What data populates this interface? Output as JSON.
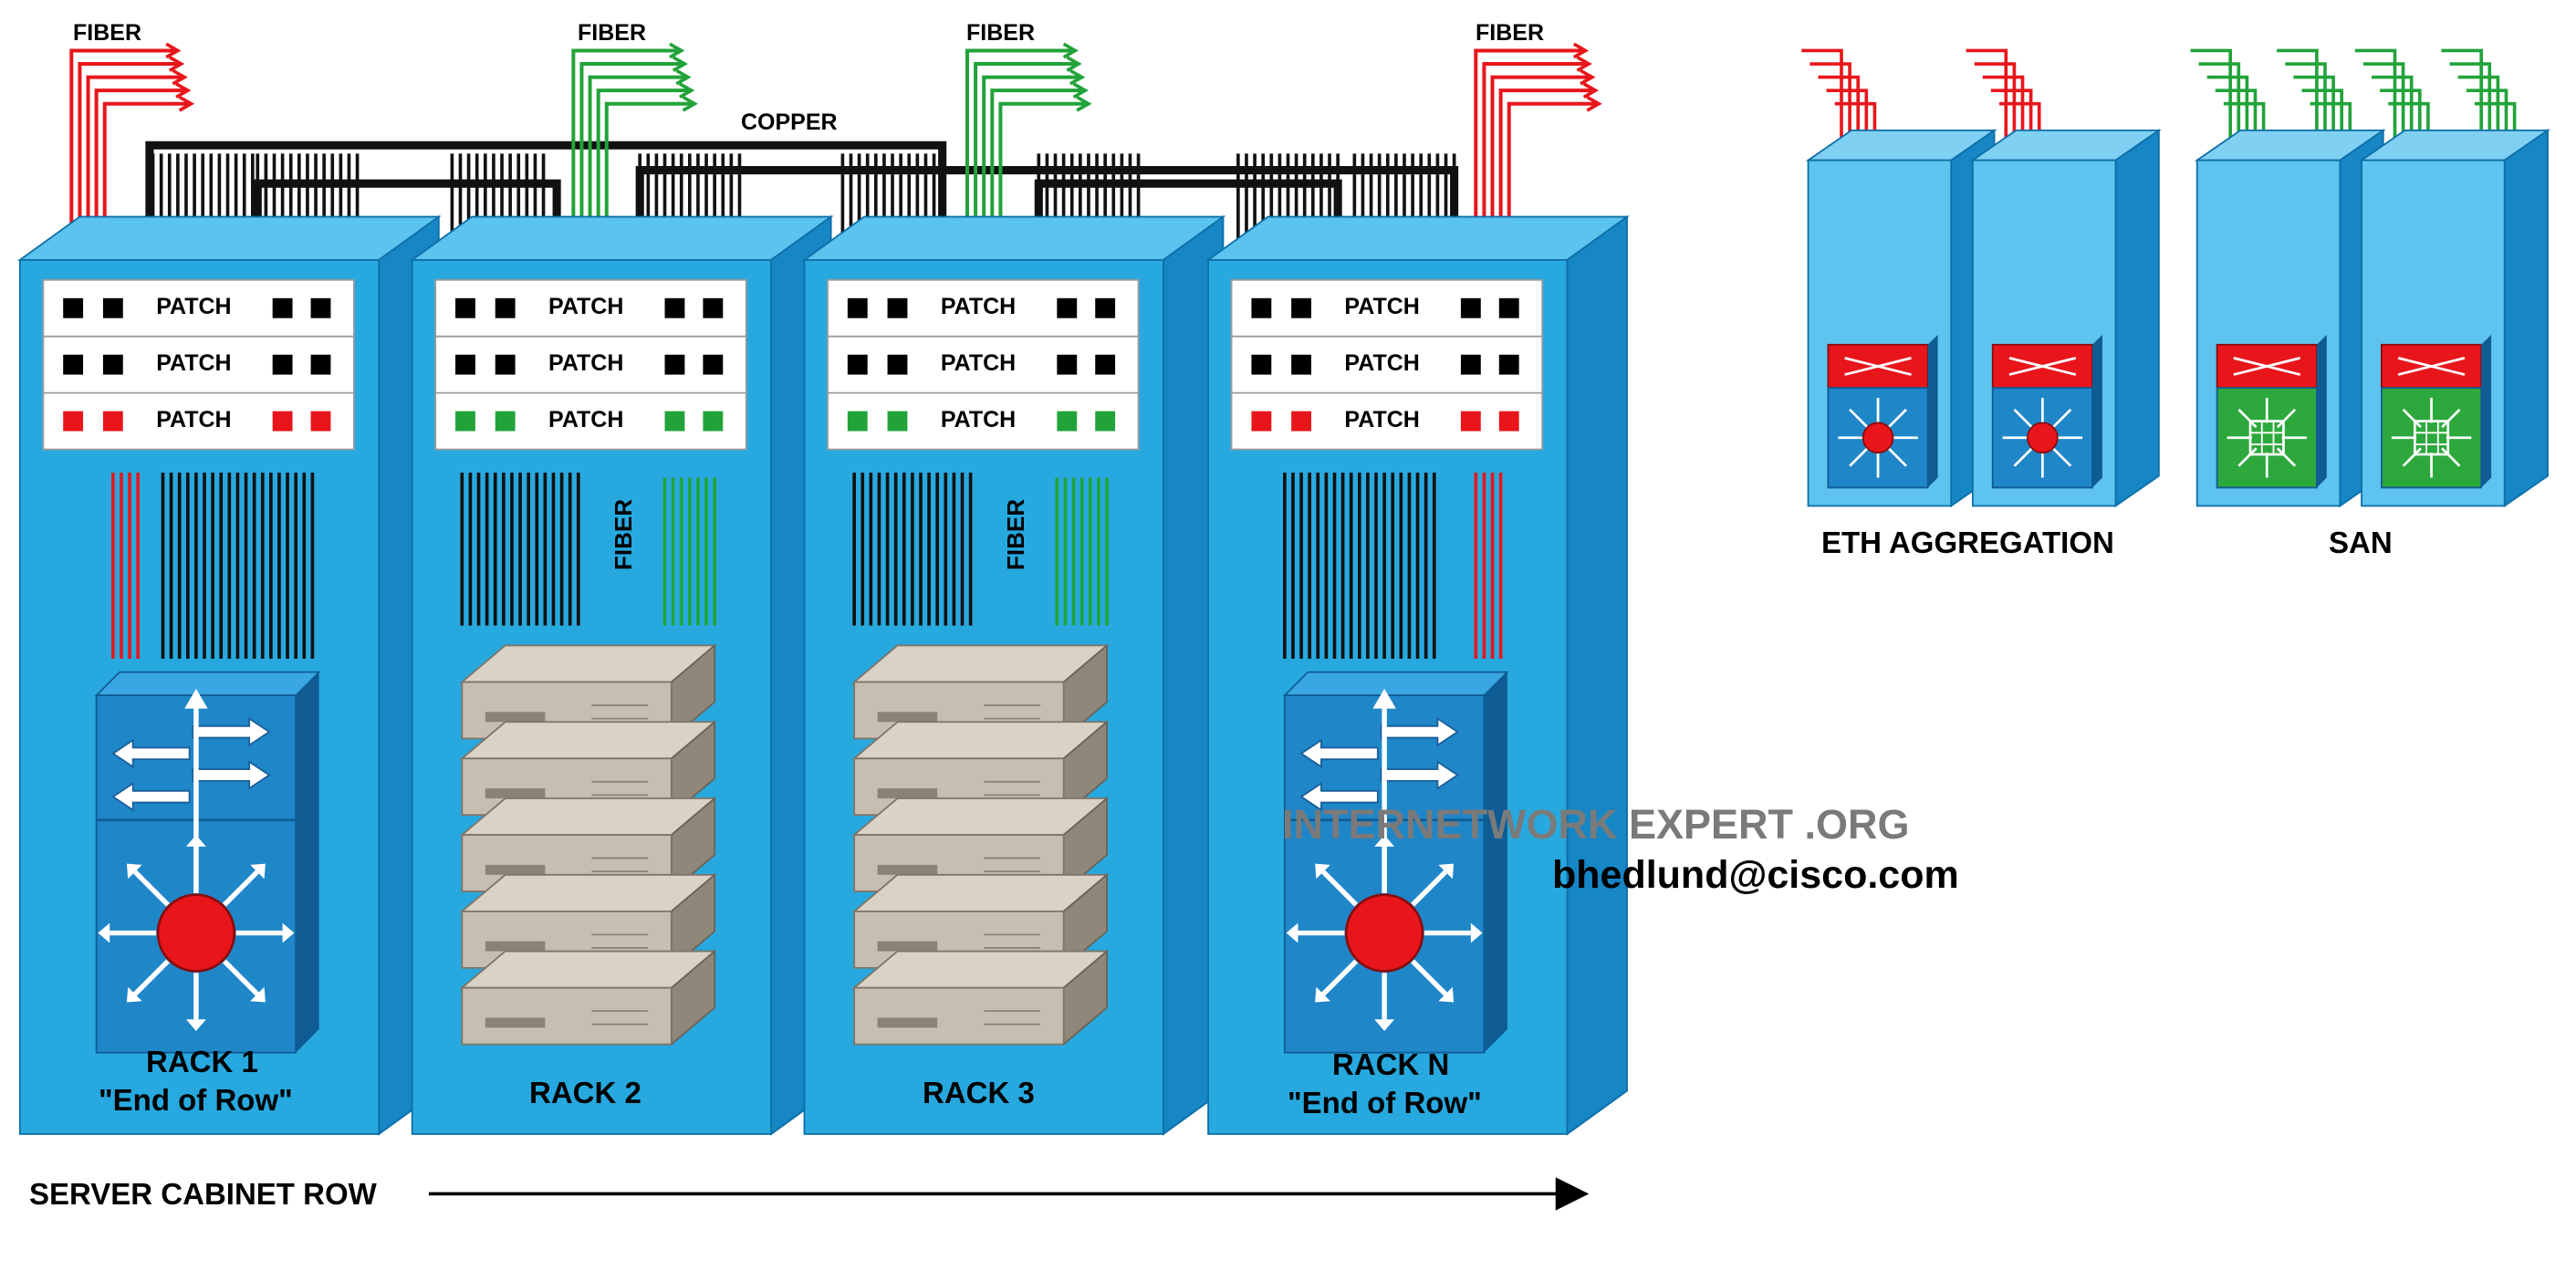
{
  "labels": {
    "fiber": "FIBER",
    "copper": "COPPER",
    "patch": "PATCH",
    "watermark": "INTERNETWORK EXPERT .ORG",
    "email": "bhedlund@cisco.com",
    "eth_aggregation": "ETH AGGREGATION",
    "san": "SAN",
    "row_label": "SERVER CABINET ROW"
  },
  "racks": [
    {
      "name": "RACK 1",
      "subtitle": "\"End of Row\"",
      "fiber_color": "#e8161b",
      "device": "switch"
    },
    {
      "name": "RACK 2",
      "subtitle": "",
      "fiber_color": "#22a33a",
      "device": "servers"
    },
    {
      "name": "RACK 3",
      "subtitle": "",
      "fiber_color": "#22a33a",
      "device": "servers"
    },
    {
      "name": "RACK N",
      "subtitle": "\"End of Row\"",
      "fiber_color": "#e8161b",
      "device": "switch"
    }
  ],
  "colors": {
    "rack_front": "#27a9df",
    "rack_side": "#1686c4",
    "rack_top": "#5cc3ee",
    "fiber_red": "#e8161b",
    "fiber_green": "#22a33a",
    "copper": "#111111",
    "server": "#c7beb1",
    "switch_blue": "#1f86c8",
    "san_green": "#2da83c",
    "watermark": "#7a7a7a"
  }
}
